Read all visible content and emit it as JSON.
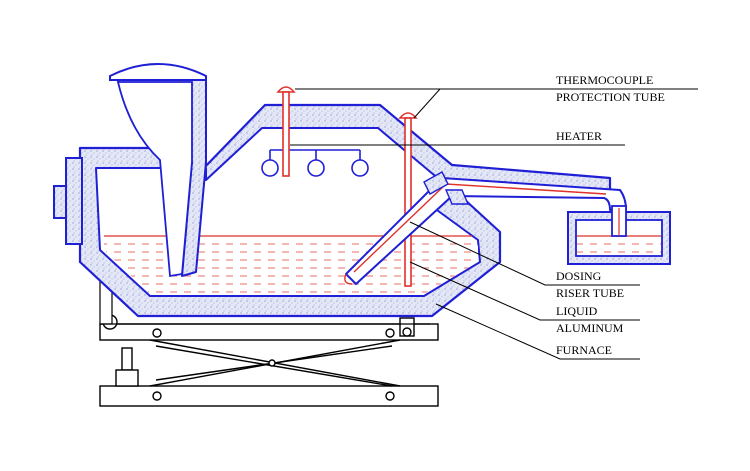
{
  "labels": {
    "thermocouple_line1": "THERMOCOUPLE",
    "thermocouple_line2": "PROTECTION TUBE",
    "heater": "HEATER",
    "dosing_line1": "DOSING",
    "dosing_line2": "RISER TUBE",
    "liquid_line1": "LIQUID",
    "liquid_line2": "ALUMINUM",
    "furnace": "FURNACE"
  },
  "colors": {
    "furnace_wall": "#1f1fd6",
    "insulation_fill": "#d7dbf2",
    "aluminum": "#e0302a",
    "frame": "#000000",
    "leader": "#000000"
  }
}
